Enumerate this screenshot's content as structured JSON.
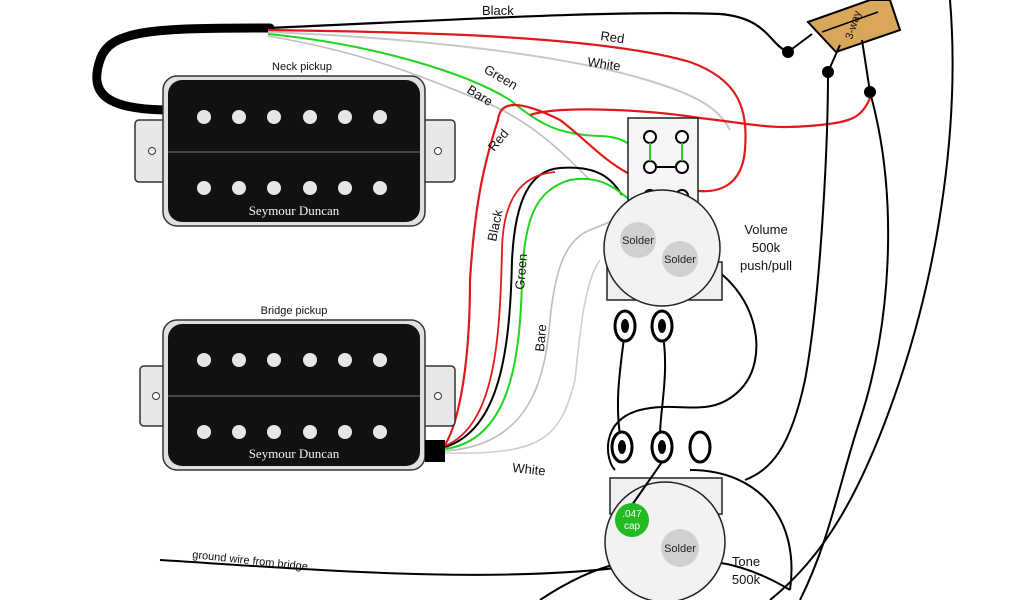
{
  "pickups": {
    "neck": {
      "title": "Neck pickup",
      "brand": "Seymour Duncan"
    },
    "bridge": {
      "title": "Bridge pickup",
      "brand": "Seymour Duncan"
    }
  },
  "wires": {
    "black_top": "Black",
    "red_top": "Red",
    "white_top": "White",
    "green_neck": "Green",
    "bare_neck": "Bare",
    "red_bridge": "Red",
    "black_bridge": "Black",
    "green_bridge": "Green",
    "bare_bridge": "Bare",
    "white_bridge": "White",
    "ground": "ground wire from bridge"
  },
  "switch": {
    "label": "3-way"
  },
  "volume": {
    "name": "Volume",
    "value": "500k",
    "type": "push/pull",
    "solder_left": "Solder",
    "solder_right": "Solder"
  },
  "tone": {
    "name": "Tone",
    "value": "500k",
    "solder": "Solder",
    "cap_value": ".047",
    "cap_unit": "cap"
  },
  "colors": {
    "red": "#e0191b",
    "green": "#1fd51f",
    "white": "#cfcfcf",
    "pickup": "#111111",
    "cap": "#22bb22"
  }
}
